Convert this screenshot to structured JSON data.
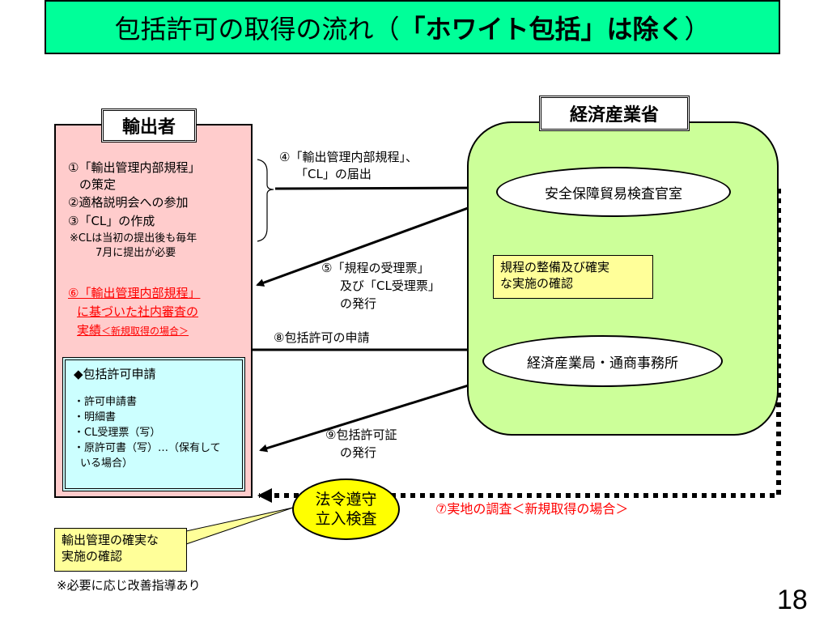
{
  "title": {
    "main": "包括許可の取得の流れ",
    "open_paren": "（",
    "bold_part": "「ホワイト包括」は除く",
    "close_paren": "）"
  },
  "exporter": {
    "label": "輸出者",
    "steps": {
      "s1_line1": "①「輸出管理内部規程」",
      "s1_line2": "の策定",
      "s2": "②適格説明会への参加",
      "s3": "③「CL」の作成",
      "note_line1": "※CLは当初の提出後も毎年",
      "note_line2": "7月に提出が必要"
    },
    "s6_line1": "⑥「輸出管理内部規程」",
    "s6_line2": "に基づいた社内審査の",
    "s6_line3": "実績",
    "s6_suffix": "＜新規取得の場合＞",
    "application": {
      "heading": "◆包括許可申請",
      "items": [
        "・許可申請書",
        "・明細書",
        "・CL受理票（写）",
        "・原許可書（写）…（保有して",
        "いる場合）"
      ]
    }
  },
  "meti": {
    "label": "経済産業省",
    "office_top": "安全保障貿易検査官室",
    "office_bottom": "経済産業局・通商事務所",
    "callout_line1": "規程の整備及び確実",
    "callout_line2": "な実施の確認"
  },
  "arrows": {
    "a4_line1": "④「輸出管理内部規程」、",
    "a4_line2": "「CL」の届出",
    "a5_line1": "⑤「規程の受理票」",
    "a5_line2": "及び「CL受理票」",
    "a5_line3": "の発行",
    "a8": "⑧包括許可の申請",
    "a9_line1": "⑨包括許可証",
    "a9_line2": "の発行",
    "a7": "⑦実地の調査＜新規取得の場合＞"
  },
  "inspection": {
    "line1": "法令遵守",
    "line2": "立入検査"
  },
  "exporter_callout": {
    "line1": "輸出管理の確実な",
    "line2": "実施の確認"
  },
  "footnote": "※必要に応じ改善指導あり",
  "page_number": "18",
  "colors": {
    "title_bg": "#00ff99",
    "exporter_bg": "#ffcccc",
    "meti_bg": "#ccff99",
    "application_bg": "#ccffff",
    "callout_bg": "#ffff99",
    "inspection_bg": "#ffff00",
    "highlight": "#ff0000"
  }
}
